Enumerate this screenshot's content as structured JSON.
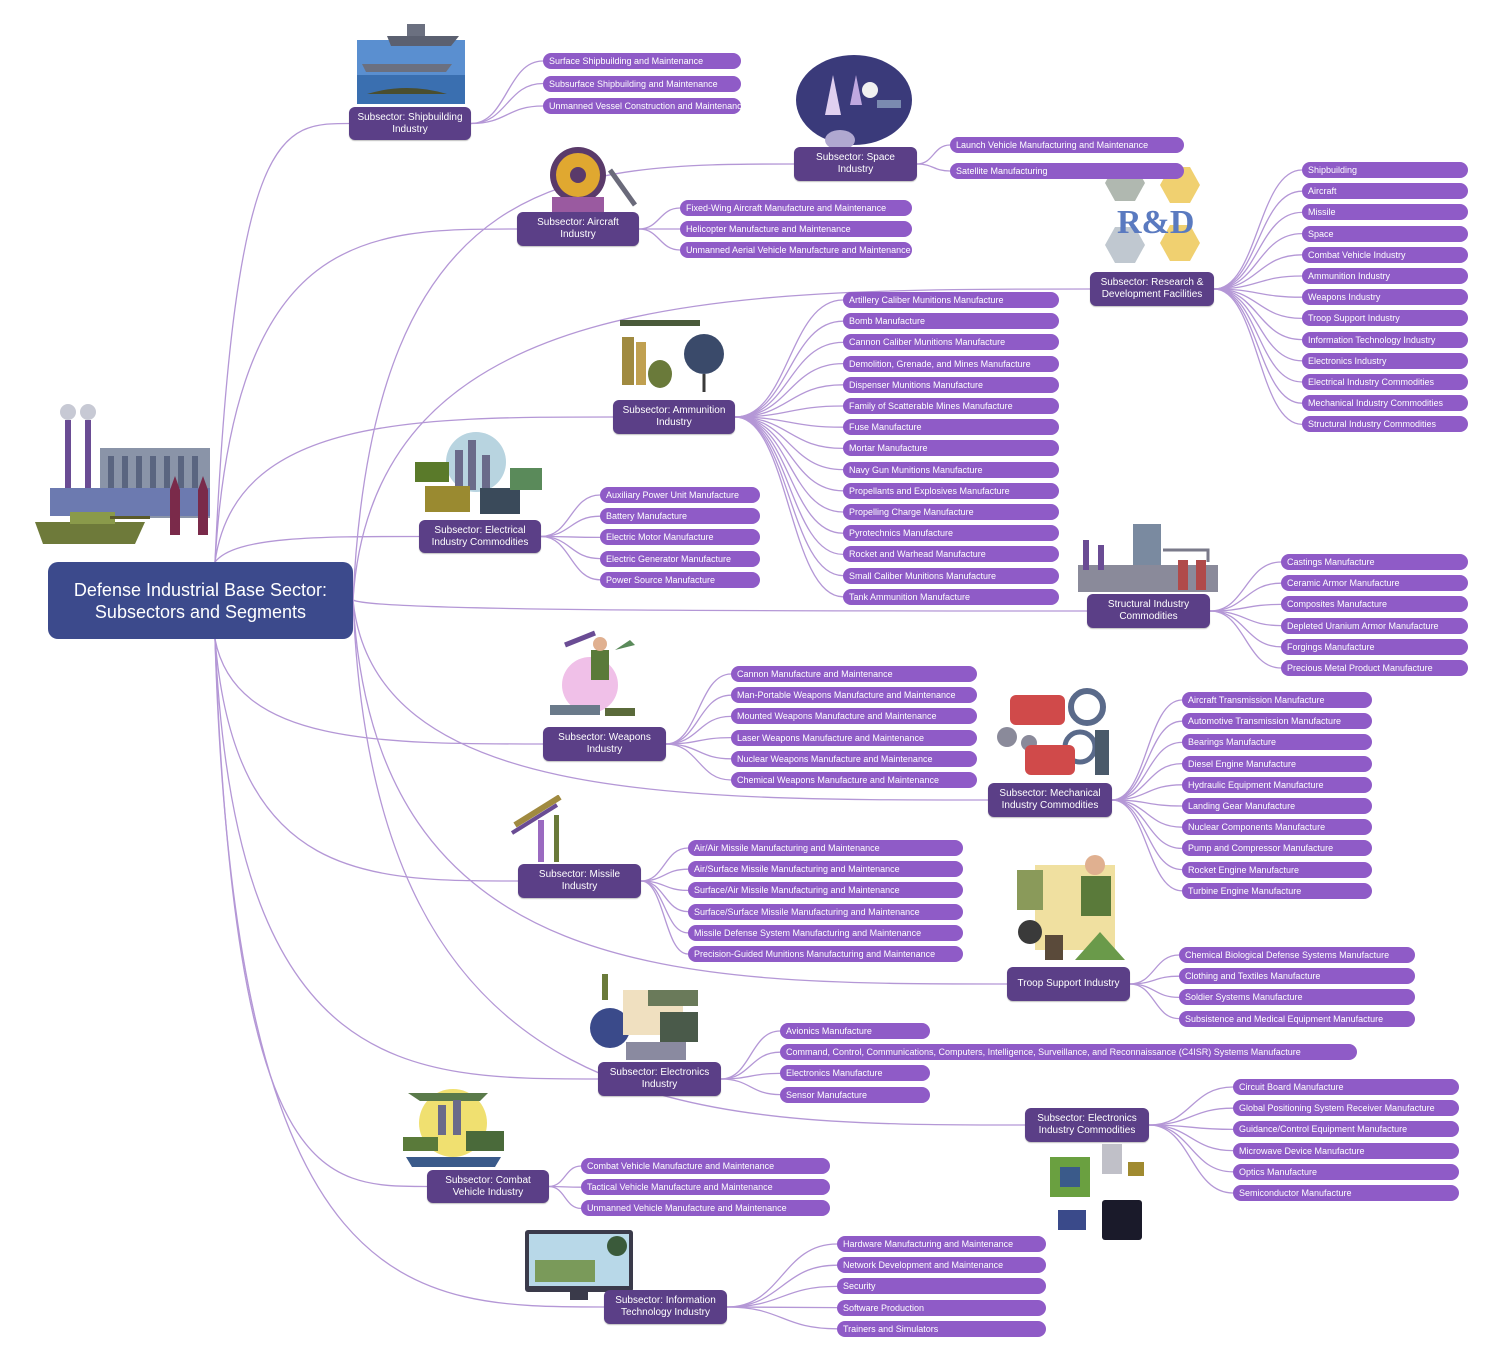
{
  "title": "Defense Industrial Base Sector:\nSubsectors and Segments",
  "colors": {
    "root": "#3c4a8c",
    "subsector": "#5b3f87",
    "segment": "#8f5bc7",
    "connector": "#b497d6"
  },
  "subsectors": [
    {
      "label": "Subsector: Shipbuilding Industry",
      "icon": "ships-icon",
      "segments": [
        "Surface Shipbuilding and Maintenance",
        "Subsurface Shipbuilding and Maintenance",
        "Unmanned Vessel Construction and Maintenance"
      ]
    },
    {
      "label": "Subsector: Space Industry",
      "icon": "space-icon",
      "segments": [
        "Launch Vehicle Manufacturing and Maintenance",
        "Satellite Manufacturing"
      ]
    },
    {
      "label": "Subsector: Aircraft Industry",
      "icon": "jet-engine-icon",
      "segments": [
        "Fixed-Wing Aircraft Manufacture and Maintenance",
        "Helicopter Manufacture and Maintenance",
        "Unmanned Aerial Vehicle Manufacture and Maintenance"
      ]
    },
    {
      "label": "Subsector: Research & Development Facilities",
      "icon": "rd-icon",
      "segments": [
        "Shipbuilding",
        "Aircraft",
        "Missile",
        "Space",
        "Combat Vehicle Industry",
        "Ammunition Industry",
        "Weapons Industry",
        "Troop Support Industry",
        "Information Technology Industry",
        "Electronics Industry",
        "Electrical Industry Commodities",
        "Mechanical Industry Commodities",
        "Structural Industry Commodities"
      ]
    },
    {
      "label": "Subsector: Ammunition Industry",
      "icon": "ammunition-icon",
      "segments": [
        "Artillery Caliber Munitions Manufacture",
        "Bomb Manufacture",
        "Cannon Caliber Munitions Manufacture",
        "Demolition, Grenade, and Mines Manufacture",
        "Dispenser Munitions Manufacture",
        "Family of Scatterable Mines Manufacture",
        "Fuse Manufacture",
        "Mortar Manufacture",
        "Navy Gun Munitions Manufacture",
        "Propellants and Explosives Manufacture",
        "Propelling Charge Manufacture",
        "Pyrotechnics Manufacture",
        "Rocket and Warhead Manufacture",
        "Small Caliber Munitions Manufacture",
        "Tank Ammunition Manufacture"
      ]
    },
    {
      "label": "Subsector: Electrical Industry Commodities",
      "icon": "electrical-icon",
      "segments": [
        "Auxiliary Power Unit Manufacture",
        "Battery Manufacture",
        "Electric Motor Manufacture",
        "Electric Generator Manufacture",
        "Power Source Manufacture"
      ]
    },
    {
      "label": "Structural Industry Commodities",
      "icon": "factory-icon",
      "segments": [
        "Castings Manufacture",
        "Ceramic Armor Manufacture",
        "Composites Manufacture",
        "Depleted Uranium Armor Manufacture",
        "Forgings Manufacture",
        "Precious Metal Product Manufacture"
      ]
    },
    {
      "label": "Subsector: Weapons Industry",
      "icon": "weapons-icon",
      "segments": [
        "Cannon Manufacture and Maintenance",
        "Man-Portable Weapons Manufacture and Maintenance",
        "Mounted Weapons Manufacture and Maintenance",
        "Laser Weapons Manufacture and Maintenance",
        "Nuclear Weapons Manufacture and Maintenance",
        "Chemical Weapons Manufacture and Maintenance"
      ]
    },
    {
      "label": "Subsector: Mechanical Industry Commodities",
      "icon": "gears-icon",
      "segments": [
        "Aircraft Transmission Manufacture",
        "Automotive Transmission Manufacture",
        "Bearings Manufacture",
        "Diesel Engine Manufacture",
        "Hydraulic Equipment Manufacture",
        "Landing Gear Manufacture",
        "Nuclear Components Manufacture",
        "Pump and Compressor Manufacture",
        "Rocket Engine Manufacture",
        "Turbine Engine Manufacture"
      ]
    },
    {
      "label": "Subsector: Missile Industry",
      "icon": "missile-icon",
      "segments": [
        "Air/Air Missile Manufacturing and Maintenance",
        "Air/Surface Missile Manufacturing and Maintenance",
        "Surface/Air Missile Manufacturing and Maintenance",
        "Surface/Surface Missile Manufacturing and Maintenance",
        "Missile Defense System Manufacturing and Maintenance",
        "Precision-Guided Munitions Manufacturing and Maintenance"
      ]
    },
    {
      "label": "Troop Support Industry",
      "icon": "soldier-icon",
      "segments": [
        "Chemical Biological Defense Systems Manufacture",
        "Clothing and Textiles Manufacture",
        "Soldier Systems Manufacture",
        "Subsistence and Medical Equipment Manufacture"
      ]
    },
    {
      "label": "Subsector: Electronics Industry",
      "icon": "electronics-icon",
      "segments": [
        "Avionics Manufacture",
        "Command, Control, Communications, Computers, Intelligence, Surveillance, and Reconnaissance (C4ISR) Systems Manufacture",
        "Electronics Manufacture",
        "Sensor Manufacture"
      ]
    },
    {
      "label": "Subsector: Electronics Industry Commodities",
      "icon": "chip-icon",
      "segments": [
        "Circuit Board Manufacture",
        "Global Positioning System Receiver Manufacture",
        "Guidance/Control Equipment Manufacture",
        "Microwave Device Manufacture",
        "Optics Manufacture",
        "Semiconductor Manufacture"
      ]
    },
    {
      "label": "Subsector: Combat Vehicle Industry",
      "icon": "combat-vehicle-icon",
      "segments": [
        "Combat Vehicle Manufacture and Maintenance",
        "Tactical Vehicle Manufacture and Maintenance",
        "Unmanned Vehicle Manufacture and Maintenance"
      ]
    },
    {
      "label": "Subsector: Information Technology Industry",
      "icon": "monitor-icon",
      "segments": [
        "Hardware Manufacturing and Maintenance",
        "Network Development and Maintenance",
        "Security",
        "Software Production",
        "Trainers and Simulators"
      ]
    }
  ]
}
